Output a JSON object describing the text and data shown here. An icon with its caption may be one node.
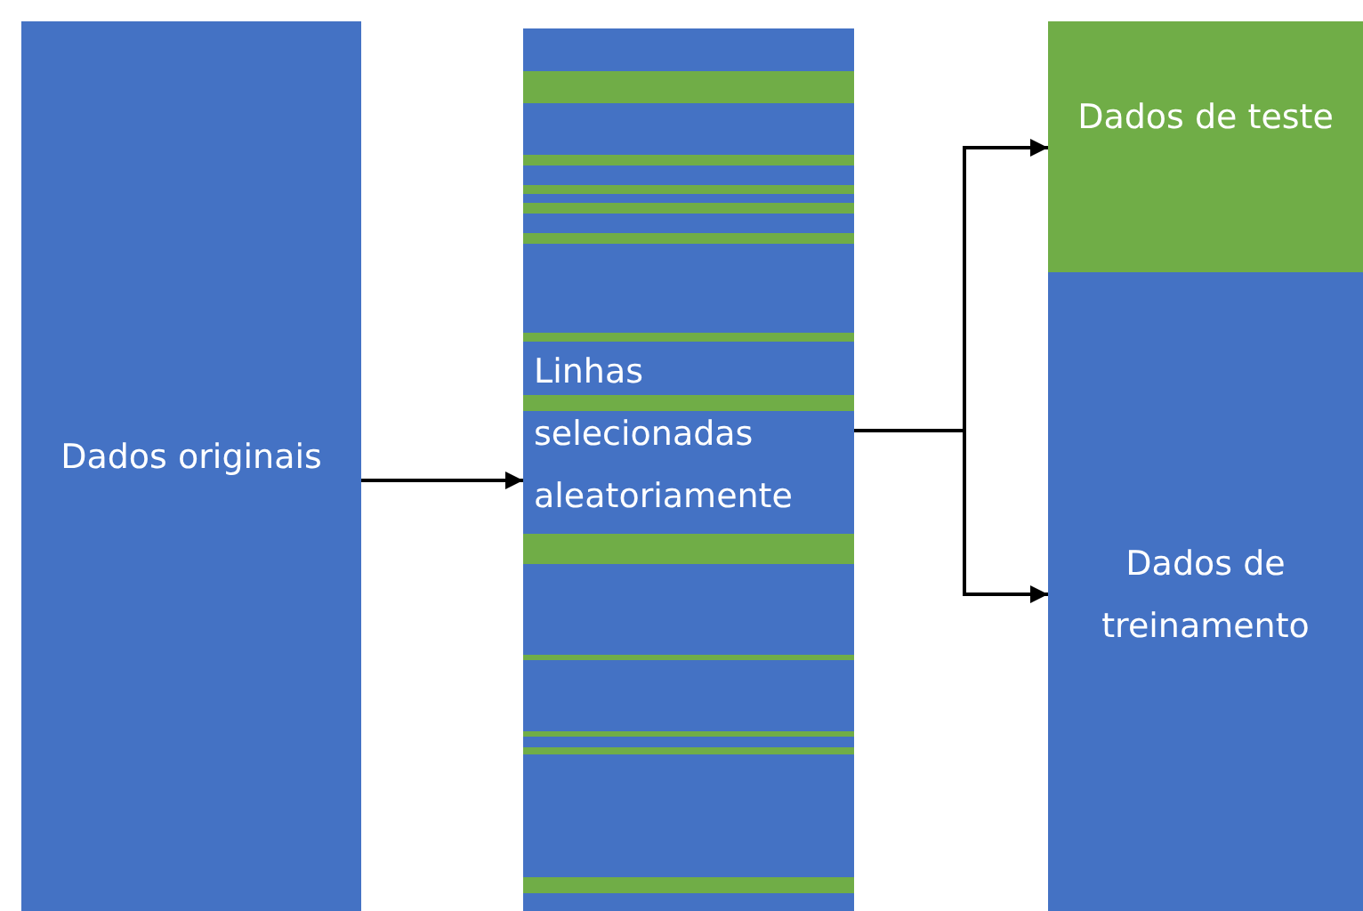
{
  "diagram": {
    "nodes": [
      {
        "text": [
          "Dados originais"
        ]
      },
      {
        "text": [
          "Linhas selecionadas aleatoriamente"
        ]
      },
      {
        "text": [
          "Dados de teste"
        ]
      },
      {
        "text": [
          "Dados de treinamento"
        ]
      }
    ],
    "edges": [
      {
        "from": 0,
        "to": 1,
        "arrow": "to"
      },
      {
        "from": 1,
        "to": 2,
        "arrow": "to"
      },
      {
        "from": 1,
        "to": 3,
        "arrow": "to"
      }
    ]
  }
}
